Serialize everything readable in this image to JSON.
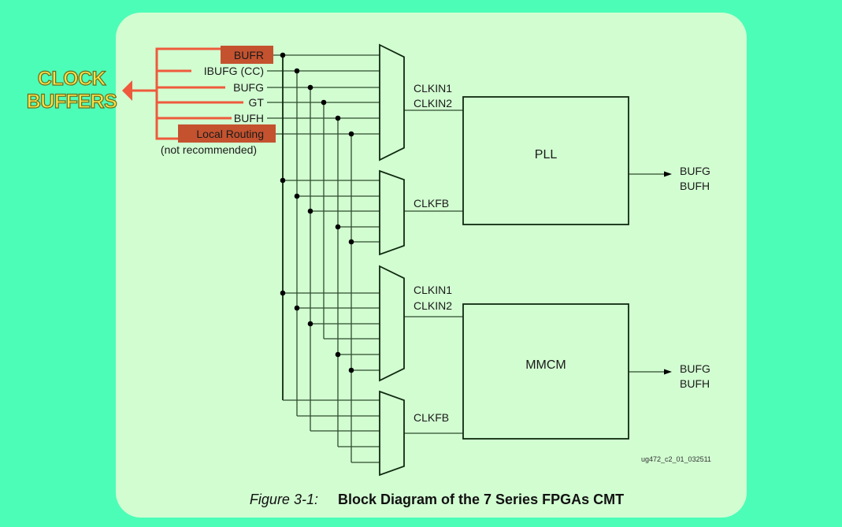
{
  "callout": {
    "line1": "CLOCK",
    "line2": "BUFFERS",
    "text_color": "#f7e24a",
    "arrow_color": "#ee5a3c"
  },
  "sources": [
    {
      "label": "BUFR",
      "highlighted": true
    },
    {
      "label": "IBUFG (CC)",
      "highlighted": false
    },
    {
      "label": "BUFG",
      "highlighted": false
    },
    {
      "label": "GT",
      "highlighted": false
    },
    {
      "label": "BUFH",
      "highlighted": false
    },
    {
      "label": "Local Routing",
      "highlighted": true
    }
  ],
  "sources_note": "(not recommended)",
  "highlight_color": "#c4522f",
  "blocks": [
    {
      "name": "PLL",
      "inputs": [
        "CLKIN1",
        "CLKIN2"
      ],
      "feedback": "CLKFB",
      "outputs": [
        "BUFG",
        "BUFH"
      ]
    },
    {
      "name": "MMCM",
      "inputs": [
        "CLKIN1",
        "CLKIN2"
      ],
      "feedback": "CLKFB",
      "outputs": [
        "BUFG",
        "BUFH"
      ]
    }
  ],
  "mux_connections": {
    "pll_clkin": [
      "BUFR",
      "IBUFG (CC)",
      "BUFG",
      "GT",
      "BUFH",
      "Local Routing"
    ],
    "pll_clkfb": [
      "BUFR",
      "IBUFG (CC)",
      "BUFG",
      "BUFH",
      "Local Routing"
    ],
    "mmcm_clkin": [
      "BUFR",
      "IBUFG (CC)",
      "BUFG",
      "GT",
      "BUFH",
      "Local Routing"
    ],
    "mmcm_clkfb": [
      "BUFR",
      "IBUFG (CC)",
      "BUFG",
      "BUFH",
      "Local Routing"
    ]
  },
  "watermark": "ug472_c2_01_032511",
  "caption": {
    "figure": "Figure 3-1:",
    "title": "Block Diagram of the 7 Series FPGAs CMT"
  }
}
